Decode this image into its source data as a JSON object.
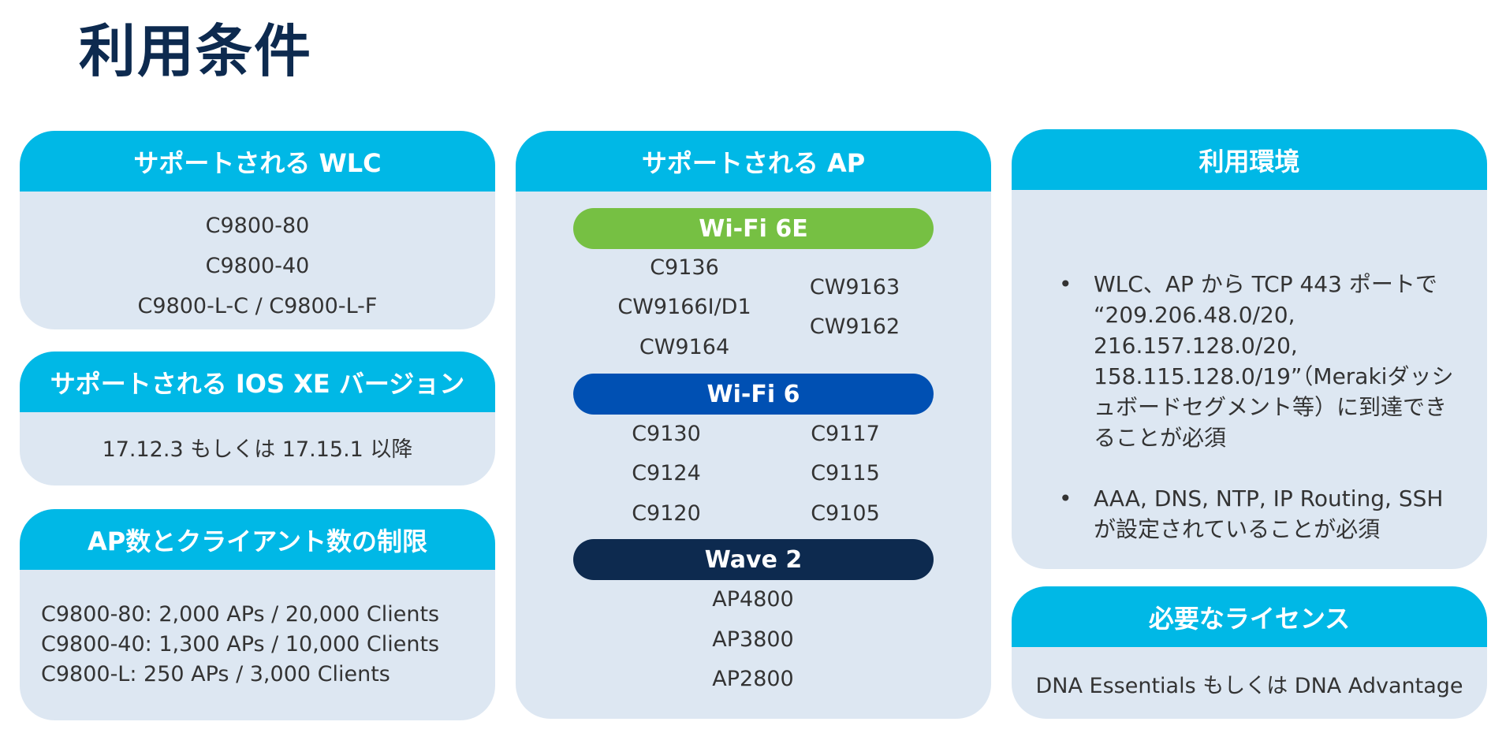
{
  "title": "利用条件",
  "wlc": {
    "header": "サポートされる WLC",
    "items": [
      "C9800-80",
      "C9800-40",
      "C9800-L-C / C9800-L-F"
    ]
  },
  "ios": {
    "header": "サポートされる IOS XE バージョン",
    "text": "17.12.3 もしくは 17.15.1 以降"
  },
  "limits": {
    "header": "AP数とクライアント数の制限",
    "lines": [
      "C9800-80: 2,000 APs / 20,000 Clients",
      "C9800-40: 1,300 APs / 10,000 Clients",
      "C9800-L: 250 APs / 3,000 Clients"
    ]
  },
  "ap": {
    "header": "サポートされる AP",
    "wifi6e": {
      "label": "Wi-Fi 6E",
      "color": "#76c043",
      "left": [
        "C9136",
        "CW9166I/D1",
        "CW9164"
      ],
      "right": [
        "CW9163",
        "CW9162"
      ]
    },
    "wifi6": {
      "label": "Wi-Fi 6",
      "color": "#0050b3",
      "left": [
        "C9130",
        "C9124",
        "C9120"
      ],
      "right": [
        "C9117",
        "C9115",
        "C9105"
      ]
    },
    "wave2": {
      "label": "Wave 2",
      "color": "#0d2a4f",
      "items": [
        "AP4800",
        "AP3800",
        "AP2800"
      ]
    }
  },
  "env": {
    "header": "利用環境",
    "bullet": "•",
    "items": [
      "WLC、AP から TCP 443 ポートで “209.206.48.0/20, 216.157.128.0/20, 158.115.128.0/19”（Merakiダッシュボードセグメント等）に到達できることが必須",
      "AAA, DNS, NTP, IP Routing, SSH が設定されていることが必須"
    ]
  },
  "license": {
    "header": "必要なライセンス",
    "text": "DNA Essentials もしくは DNA Advantage"
  },
  "colors": {
    "header_bg": "#00b8e6",
    "card_bg": "#dde7f2",
    "title": "#0d2a4f"
  }
}
